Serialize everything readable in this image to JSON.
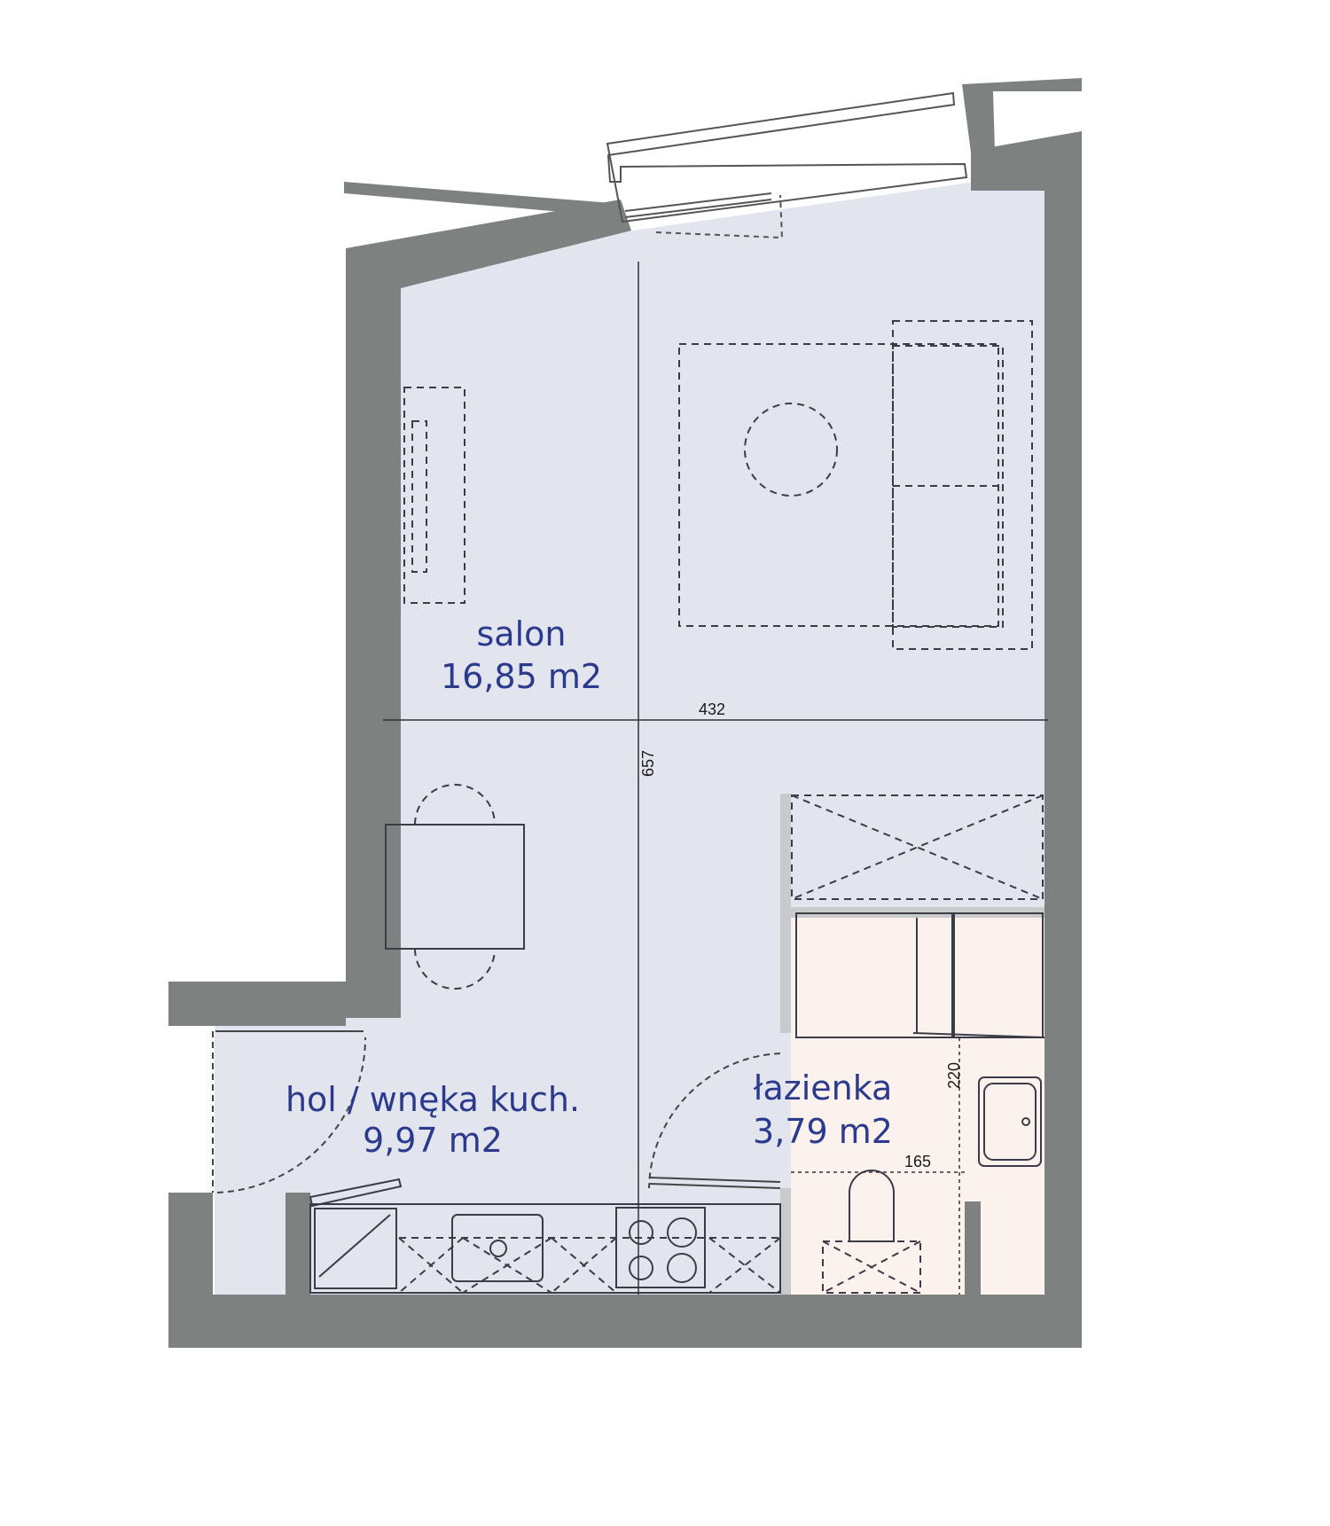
{
  "rooms": {
    "salon": {
      "name": "salon",
      "area": "16,85 m2"
    },
    "hol": {
      "name": "hol / wnęka kuch.",
      "area": "9,97 m2"
    },
    "lazienka": {
      "name": "łazienka",
      "area": "3,79 m2"
    }
  },
  "dimensions": {
    "width": "432",
    "length": "657",
    "bath_height": "220",
    "bath_width": "165"
  },
  "colors": {
    "wall": "#7d8180",
    "floor_living": "#e2e4ee",
    "floor_bath": "#fbf2ee",
    "label": "#2b3a8c"
  }
}
